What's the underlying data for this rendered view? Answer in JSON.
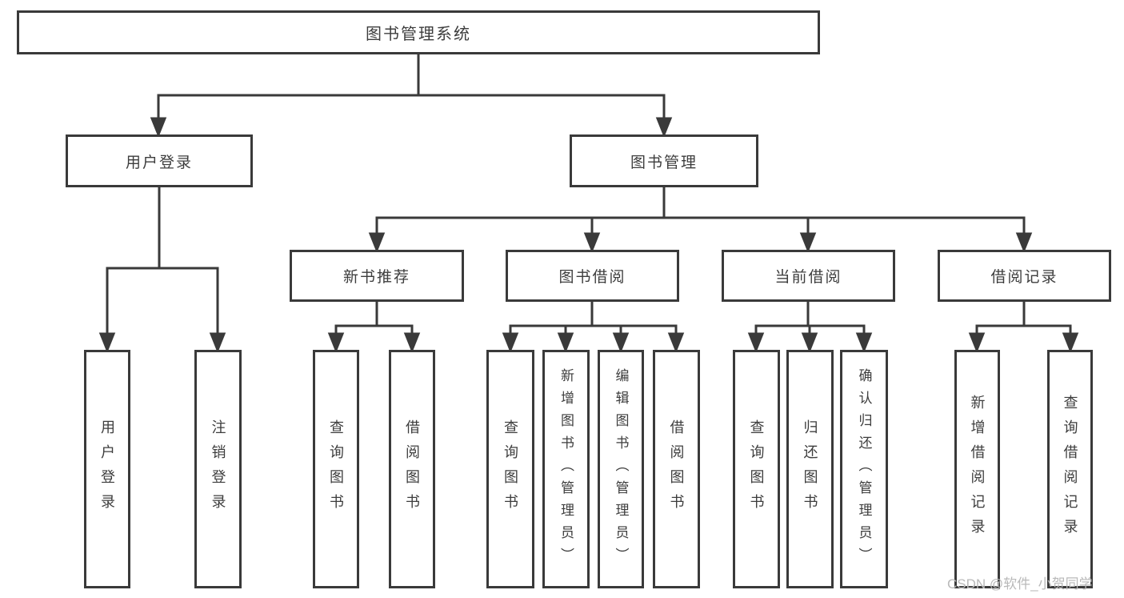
{
  "diagram_title": "图书管理系统",
  "colors": {
    "background": "#ffffff",
    "line": "#3a3a3a",
    "box_border": "#3a3a3a",
    "box_background": "#ffffff",
    "text": "#3d3d3d",
    "watermark": "#b9b9b9"
  },
  "nodes": {
    "root": "图书管理系统",
    "level2": [
      "用户登录",
      "图书管理"
    ],
    "level3": [
      "新书推荐",
      "图书借阅",
      "当前借阅",
      "借阅记录"
    ],
    "level4": [
      "用户登录",
      "注销登录",
      "查询图书",
      "借阅图书",
      "查询图书",
      "新增图书（管理员）",
      "编辑图书（管理员）",
      "借阅图书",
      "查询图书",
      "归还图书",
      "确认归还（管理员）",
      "新增借阅记录",
      "查询借阅记录"
    ]
  },
  "hierarchy": {
    "图书管理系统": {
      "用户登录": [
        "用户登录",
        "注销登录"
      ],
      "图书管理": {
        "新书推荐": [
          "查询图书",
          "借阅图书"
        ],
        "图书借阅": [
          "查询图书",
          "新增图书（管理员）",
          "编辑图书（管理员）",
          "借阅图书"
        ],
        "当前借阅": [
          "查询图书",
          "归还图书",
          "确认归还（管理员）"
        ],
        "借阅记录": [
          "新增借阅记录",
          "查询借阅记录"
        ]
      }
    }
  },
  "watermark": {
    "text": "CSDN @软件_小贺同学"
  }
}
